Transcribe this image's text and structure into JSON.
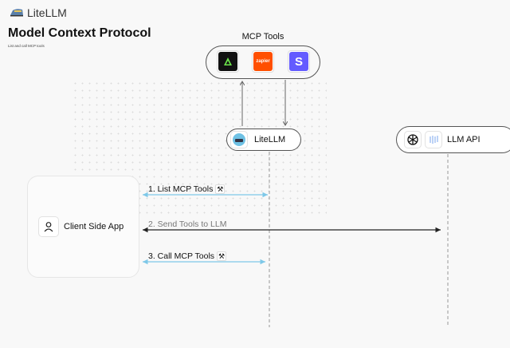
{
  "header": {
    "brand": "LiteLLM",
    "title": "Model Context Protocol",
    "subtitle": "List and call MCP tools"
  },
  "mcp_tools": {
    "label": "MCP Tools",
    "tools": [
      {
        "name": "brand-a-icon",
        "color": "#111111"
      },
      {
        "name": "zapier",
        "label": "zapier",
        "color": "#ff4f00"
      },
      {
        "name": "stripe",
        "label": "S",
        "color": "#635bff"
      }
    ]
  },
  "nodes": {
    "litellm": "LiteLLM",
    "llm_api": "LLM API",
    "client": "Client Side App"
  },
  "messages": [
    {
      "label": "1. List MCP Tools",
      "icon": "tools-icon",
      "color": "#7ec8e8"
    },
    {
      "label": "2. Send Tools to LLM",
      "color": "#222222",
      "text_color": "#777777"
    },
    {
      "label": "3. Call MCP Tools",
      "icon": "tools-icon",
      "color": "#7ec8e8"
    }
  ],
  "icons": {
    "tools_glyph": "⚒"
  }
}
